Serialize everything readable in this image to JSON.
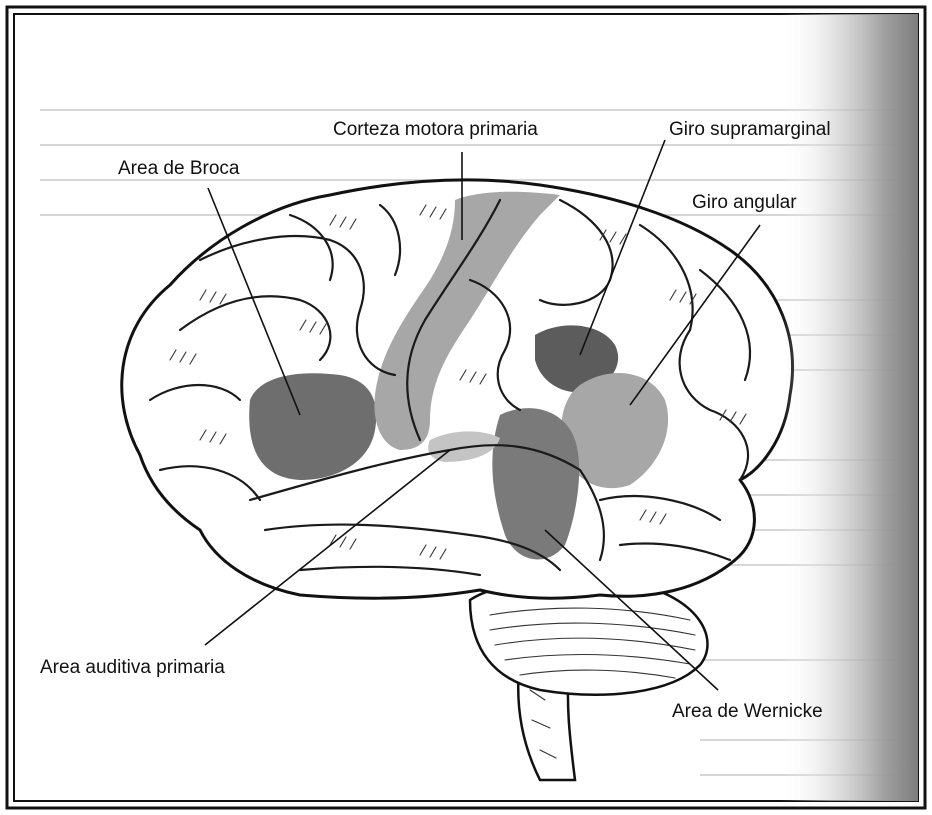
{
  "labels": {
    "motor_cortex": "Corteza motora primaria",
    "supramarginal": "Giro supramarginal",
    "broca": "Area de Broca",
    "angular": "Giro angular",
    "auditory": "Area auditiva primaria",
    "wernicke": "Area de Wernicke"
  },
  "colors": {
    "region_dark": "#6e6e6e",
    "region_medium": "#a7a7a7",
    "region_light": "#c4c4c4",
    "brain_fill": "#ffffff",
    "page_shadow": "#9a9a9a"
  }
}
